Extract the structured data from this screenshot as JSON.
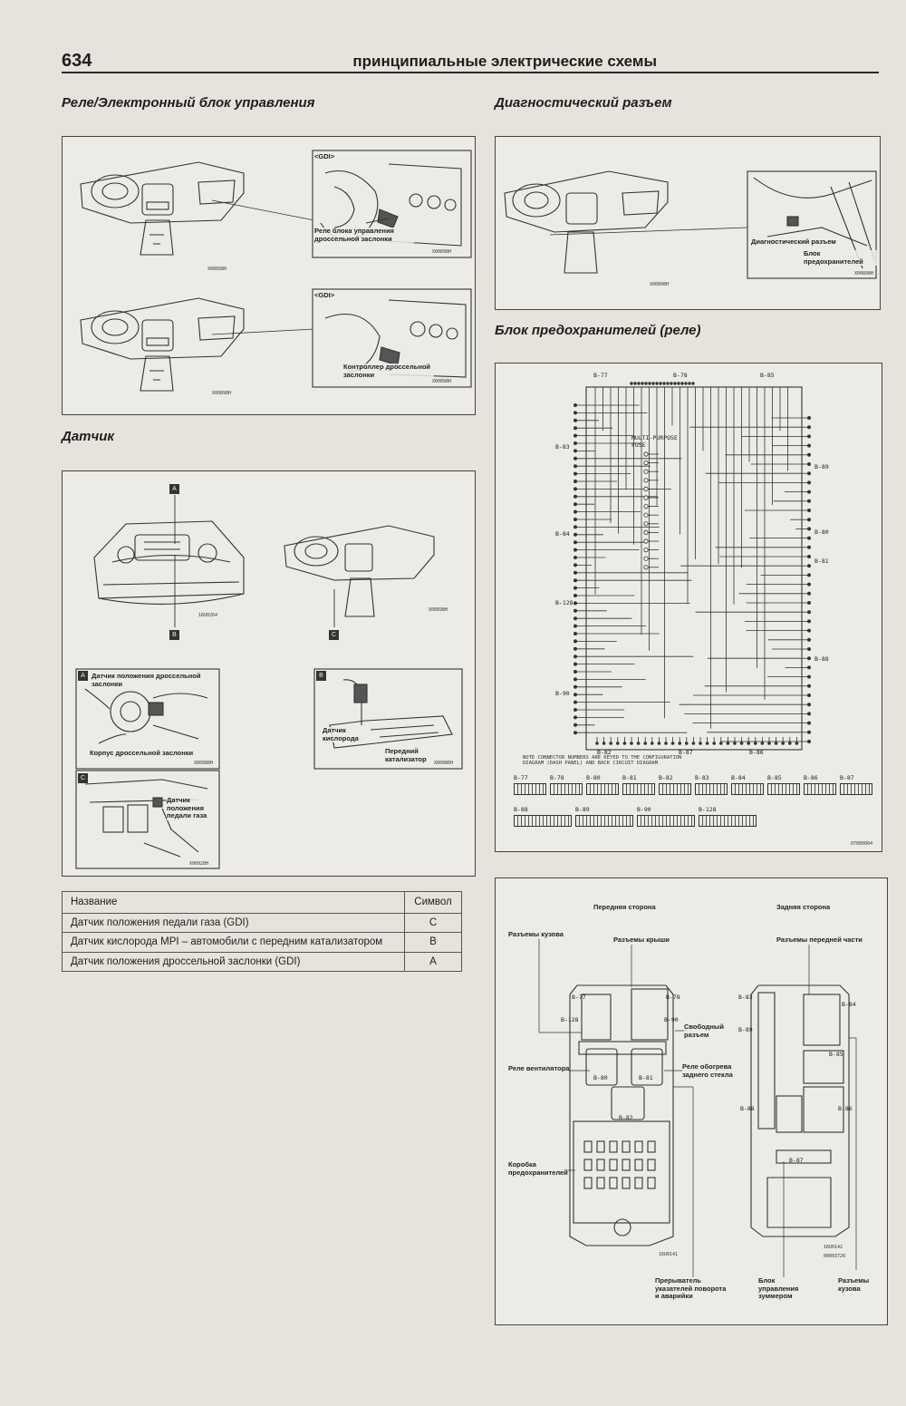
{
  "header": {
    "page_number": "634",
    "title": "принципиальные электрические схемы"
  },
  "left": {
    "relay_section": {
      "heading": "Реле/Электронный блок управления",
      "gdi_tag": "<GDI>",
      "label_top": "Реле блока управления дроссельной заслонки",
      "label_bottom": "Контроллер дроссельной заслонки",
      "code_a": "X00898H",
      "code_b": "X00898H",
      "code_c": "X00898H",
      "code_d": "X00898H"
    },
    "sensor_section": {
      "heading": "Датчик",
      "tag_a": "A",
      "tag_b": "B",
      "tag_c": "C",
      "engine_code": "16U0264",
      "dash_code": "X00898H",
      "detail_a_label1": "Датчик положения дроссельной заслонки",
      "detail_a_label2": "Корпус дроссельной заслонки",
      "detail_a_code": "X00988H",
      "detail_b_label1": "Датчик кислорода",
      "detail_b_label2": "Передний катализатор",
      "detail_b_code": "X00986H",
      "detail_c_label": "Датчик положения педали газа",
      "detail_c_code": "X00928H"
    },
    "table": {
      "header_name": "Название",
      "header_symbol": "Символ",
      "rows": [
        {
          "name": "Датчик положения педали газа (GDI)",
          "symbol": "C"
        },
        {
          "name": "Датчик кислорода MPI – автомобили с передним катализатором",
          "symbol": "B"
        },
        {
          "name": "Датчик положения дроссельной заслонки (GDI)",
          "symbol": "A"
        }
      ]
    }
  },
  "right": {
    "diag_section": {
      "heading": "Диагностический разъем",
      "label1": "Диагностический разъем",
      "label2": "Блок предохранителей",
      "code_a": "X00898H",
      "code_b": "X00898H"
    },
    "fuse_section": {
      "heading": "Блок предохранителей (реле)",
      "mpf_label": "MULTI-PURPOSE FUSE",
      "note": "NOTE CONNECTOR NUMBERS ARE KEYED TO THE CONFIGURATION DIAGRAM (DASH PANEL) AND BACK CIRCUIT DIAGRAM",
      "connectors_top": [
        "B-77",
        "B-78",
        "B-85"
      ],
      "connectors_left": [
        "B-83",
        "B-84",
        "B-128",
        "B-90"
      ],
      "connectors_right": [
        "B-89",
        "B-80",
        "B-81",
        "B-88"
      ],
      "connectors_bottom": [
        "B-82",
        "B-87",
        "B-86"
      ],
      "legend_row1": [
        "B-77",
        "B-78",
        "B-80",
        "B-81",
        "B-82",
        "B-83",
        "B-84",
        "B-85",
        "B-86",
        "B-87"
      ],
      "legend_row2": [
        "B-88",
        "B-89",
        "B-90",
        "B-128"
      ],
      "code": "07000004"
    },
    "layout_section": {
      "front_title": "Передняя сторона",
      "rear_title": "Задняя сторона",
      "body_connectors": "Разъемы кузова",
      "roof_connectors": "Разъемы крыши",
      "front_connectors": "Разъемы передней части",
      "free_connector": "Свободный разъем",
      "fan_relay": "Реле вентилятора",
      "rear_defog_relay": "Реле обогрева заднего стекла",
      "fuse_box": "Коробка предохранителей",
      "turn_flasher": "Прерыватель указателей поворота и аварийки",
      "buzzer_unit": "Блок управления зуммером",
      "body_connectors_2": "Разъемы кузова",
      "front_labels": [
        "B-77",
        "B-78",
        "B-128",
        "B-90",
        "B-80",
        "B-81",
        "B-82"
      ],
      "rear_labels": [
        "B-83",
        "B-84",
        "B-89",
        "B-85",
        "B-88",
        "B-86",
        "B-87"
      ],
      "code_front": "16U0141",
      "code_rear": "16U0142",
      "code_rear2": "00003726"
    }
  }
}
